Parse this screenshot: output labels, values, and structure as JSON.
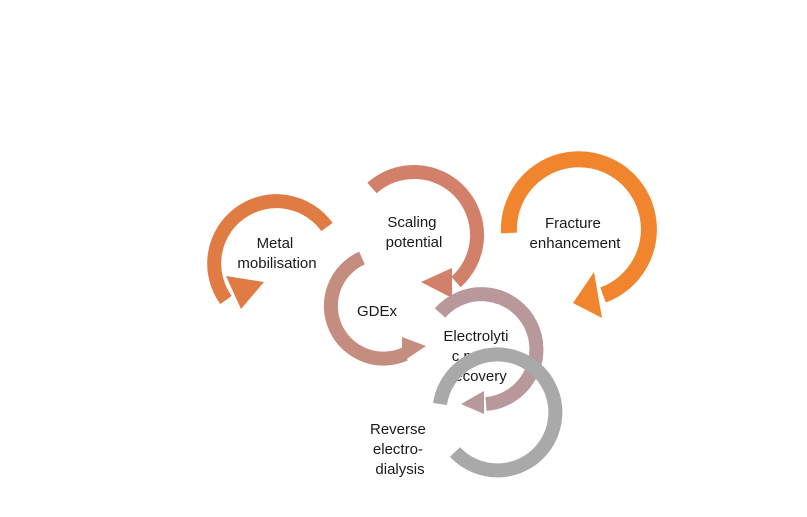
{
  "cycles": [
    {
      "id": "metal-mobilisation",
      "lines": [
        "Metal",
        "mobilisation"
      ],
      "color": "#e07b44"
    },
    {
      "id": "scaling-potential",
      "lines": [
        "Scaling",
        "potential"
      ],
      "color": "#d2806a"
    },
    {
      "id": "fracture-enhancement",
      "lines": [
        "Fracture",
        "enhancement"
      ],
      "color": "#f0852e"
    },
    {
      "id": "gdex",
      "lines": [
        "GDEx"
      ],
      "color": "#c48d80"
    },
    {
      "id": "electrolytic-metal-recovery",
      "lines": [
        "Electrolyti",
        "c metal",
        "recovery"
      ],
      "color": "#b8989a"
    },
    {
      "id": "reverse-electrodialysis",
      "lines": [
        "Reverse",
        "electro-",
        "dialysis"
      ],
      "color": "#a9a9a9"
    }
  ]
}
